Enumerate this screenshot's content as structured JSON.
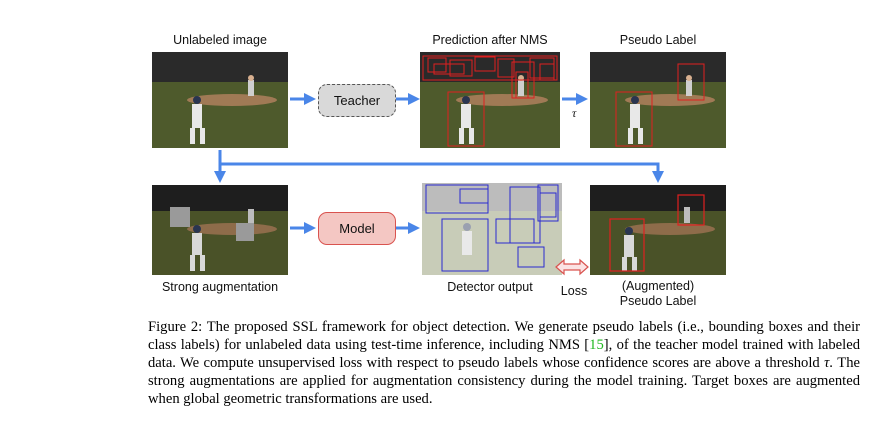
{
  "figure": {
    "labels": {
      "unlabeled_image": "Unlabeled image",
      "prediction_after_nms": "Prediction after NMS",
      "pseudo_label": "Pseudo Label",
      "strong_augmentation": "Strong augmentation",
      "detector_output": "Detector output",
      "augmented_pseudo_label_line1": "(Augmented)",
      "augmented_pseudo_label_line2": "Pseudo Label",
      "loss": "Loss",
      "tau": "τ"
    },
    "boxes": {
      "teacher": "Teacher",
      "model": "Model"
    },
    "colors": {
      "arrow_blue": "#4a86e8",
      "pred_box_red": "#e02020",
      "detector_box_blue": "#2a2ad0",
      "loss_arrow": "#d9534f",
      "field_green": "#4e5a2c",
      "dirt": "#a07a55"
    }
  },
  "caption": {
    "part1": "Figure 2: The proposed SSL framework for object detection. We generate pseudo labels (i.e., bounding boxes and their class labels) for unlabeled data using test-time inference, including NMS [",
    "ref": "15",
    "part2": "], of the teacher model trained with labeled data. We compute unsupervised loss with respect to pseudo labels whose confidence scores are above a threshold ",
    "tau": "τ",
    "part3": ". The strong augmentations are applied for augmentation consistency during the model training. Target boxes are augmented when global geometric transformations are used."
  }
}
